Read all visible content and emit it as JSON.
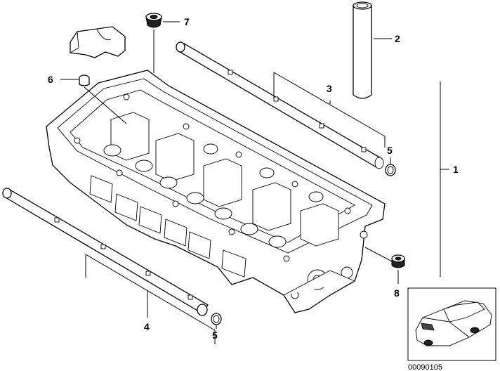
{
  "callouts": {
    "p1": "1",
    "p2": "2",
    "p3": "3",
    "p4": "4",
    "p5a": "5",
    "p5b": "5",
    "p6": "6",
    "p7": "7",
    "p8": "8"
  },
  "reference_number": "00090105"
}
